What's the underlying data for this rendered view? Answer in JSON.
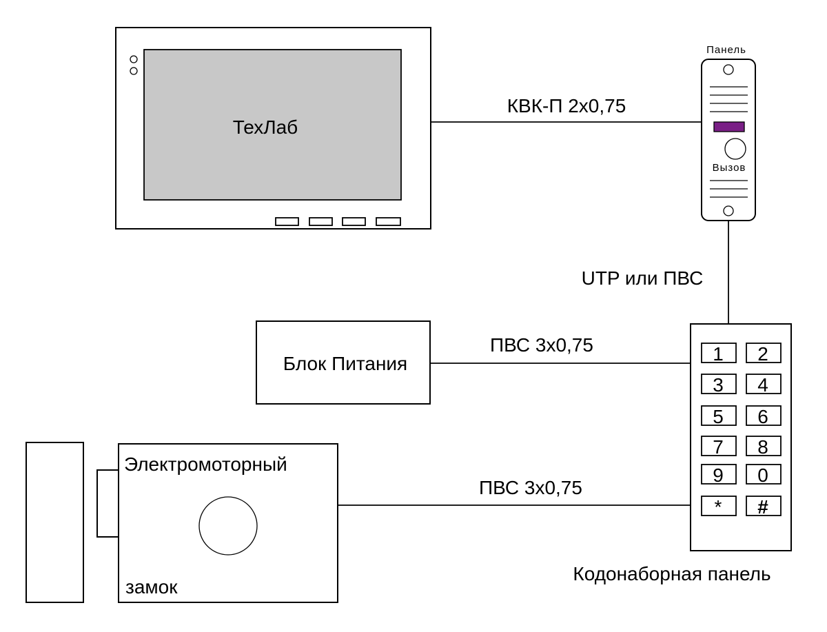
{
  "monitor": {
    "label": "ТехЛаб",
    "screen_color": "#c8c8c8"
  },
  "door_panel": {
    "title": "Панель",
    "call_label": "Вызов",
    "indicator_color": "#7a1f86"
  },
  "power_supply": {
    "label": "Блок Питания"
  },
  "lock": {
    "label_top": "Электромоторный",
    "label_bottom": "замок"
  },
  "keypad": {
    "caption": "Кодонаборная панель",
    "keys": [
      "1",
      "2",
      "3",
      "4",
      "5",
      "6",
      "7",
      "8",
      "9",
      "0",
      "*",
      "#"
    ]
  },
  "connections": {
    "monitor_to_panel": "КВК-П 2х0,75",
    "panel_to_keypad": "UTP или ПВС",
    "power_to_keypad": "ПВС 3х0,75",
    "lock_to_keypad": "ПВС 3х0,75"
  }
}
